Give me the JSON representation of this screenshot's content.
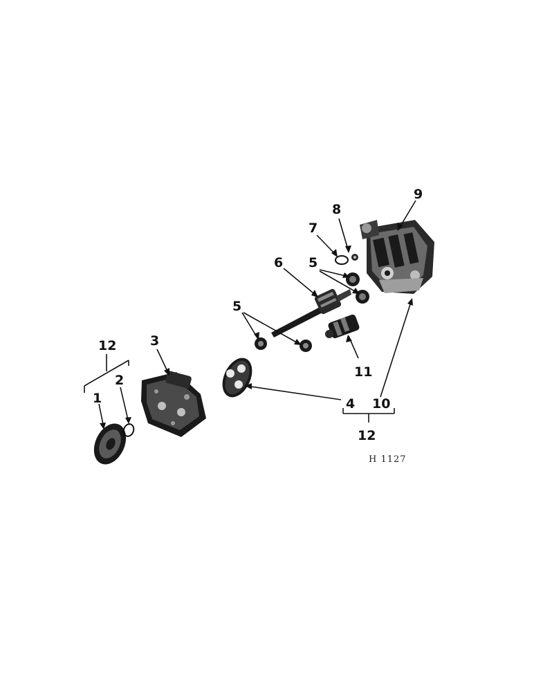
{
  "diagram": {
    "colors": {
      "ink": "#111111",
      "part_dark": "#1a1a1a",
      "part_mid": "#5a5a5a",
      "part_light": "#bdbdbd",
      "background": "#ffffff"
    },
    "callouts": {
      "c1": "1",
      "c2": "2",
      "c3": "3",
      "c4": "4",
      "c5a": "5",
      "c5b": "5",
      "c6": "6",
      "c7": "7",
      "c8": "8",
      "c9": "9",
      "c10": "10",
      "c11": "11",
      "c12_left": "12",
      "c12_right": "12"
    },
    "figure_code": "H 1127"
  }
}
